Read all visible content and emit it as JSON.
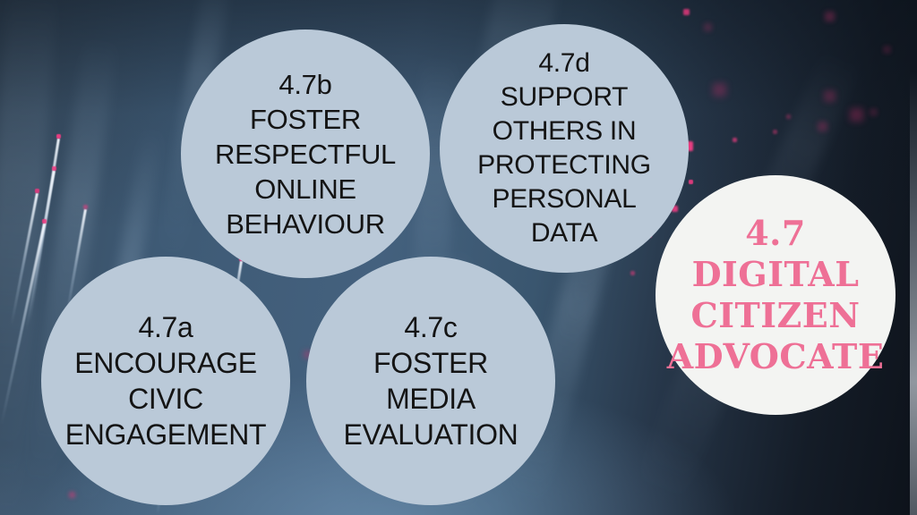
{
  "colors": {
    "bubble_fill": "#bac9d8",
    "bubble_text": "#141414",
    "hub_fill": "#f3f4f2",
    "hub_text": "#ee7096",
    "background_mid_blue": "#44617e",
    "background_dark": "#0d121a",
    "bokeh_pink": "#ee3c82"
  },
  "circles": [
    {
      "id": "4.7b",
      "lines": [
        "4.7b",
        "FOSTER",
        "RESPECTFUL",
        "ONLINE",
        "BEHAVIOUR"
      ]
    },
    {
      "id": "4.7d",
      "lines": [
        "4.7d",
        "SUPPORT",
        "OTHERS IN",
        "PROTECTING",
        "PERSONAL",
        "DATA"
      ]
    },
    {
      "id": "4.7a",
      "lines": [
        "4.7a",
        "ENCOURAGE",
        "CIVIC",
        "ENGAGEMENT"
      ]
    },
    {
      "id": "4.7c",
      "lines": [
        "4.7c",
        "FOSTER",
        "MEDIA",
        "EVALUATION"
      ]
    },
    {
      "id": "4.7",
      "lines": [
        "4.7",
        "DIGITAL",
        "CITIZEN",
        "ADVOCATE"
      ]
    }
  ]
}
